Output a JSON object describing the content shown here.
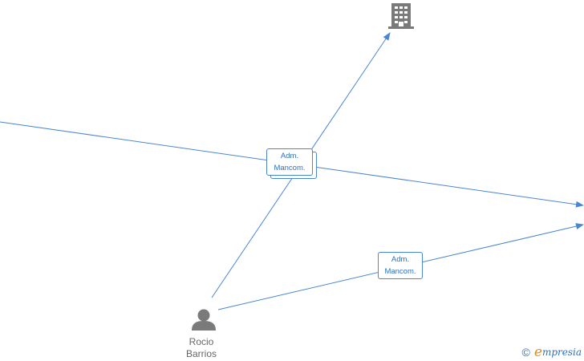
{
  "nodes": {
    "person": {
      "first_name": "Rocio",
      "last_name": "Barrios"
    }
  },
  "edges": {
    "label_1": {
      "line1": "Adm.",
      "line2": "Mancom."
    },
    "label_2": {
      "line1": "Adm.",
      "line2": "Mancom."
    }
  },
  "watermark": {
    "copyright": "©",
    "brand_first": "e",
    "brand_rest": "mpresia"
  },
  "colors": {
    "edge": "#4a86d1",
    "icon": "#7a7a7a",
    "brand_accent": "#e98b12"
  }
}
